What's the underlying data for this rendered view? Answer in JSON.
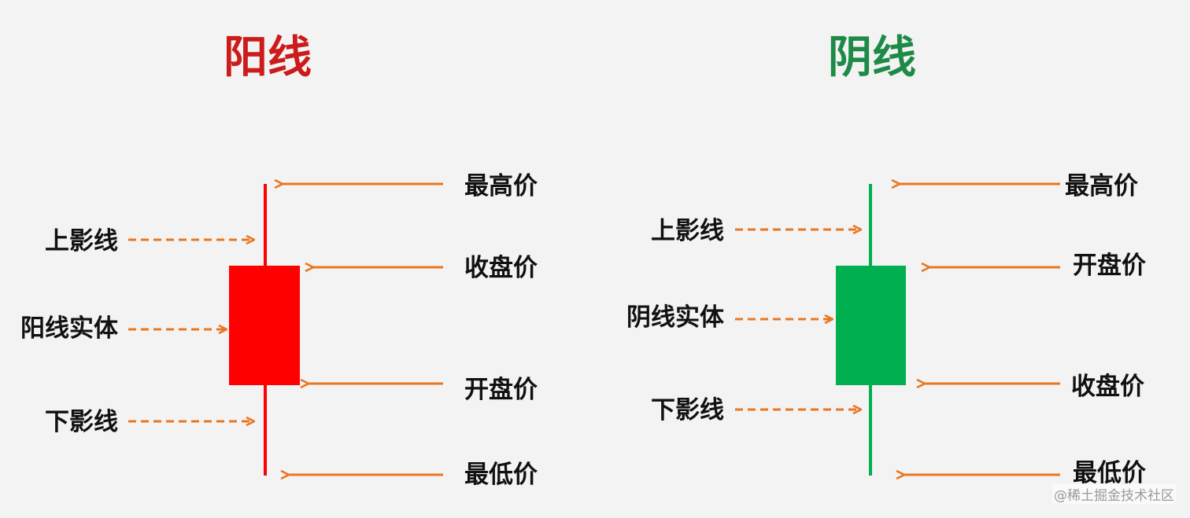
{
  "colors": {
    "bullish": "#ff0000",
    "bearish": "#00b050",
    "arrow": "#e87722",
    "bullish_title": "#cc1b1b",
    "bearish_title": "#1e8a48",
    "label": "#111111"
  },
  "bullish": {
    "title": "阳线",
    "upper_shadow": "上影线",
    "body": "阳线实体",
    "lower_shadow": "下影线",
    "high": "最高价",
    "top_price": "收盘价",
    "bottom_price": "开盘价",
    "low": "最低价"
  },
  "bearish": {
    "title": "阴线",
    "upper_shadow": "上影线",
    "body": "阴线实体",
    "lower_shadow": "下影线",
    "high": "最高价",
    "top_price": "开盘价",
    "bottom_price": "收盘价",
    "low": "最低价"
  },
  "watermark": "@稀土掘金技术社区"
}
